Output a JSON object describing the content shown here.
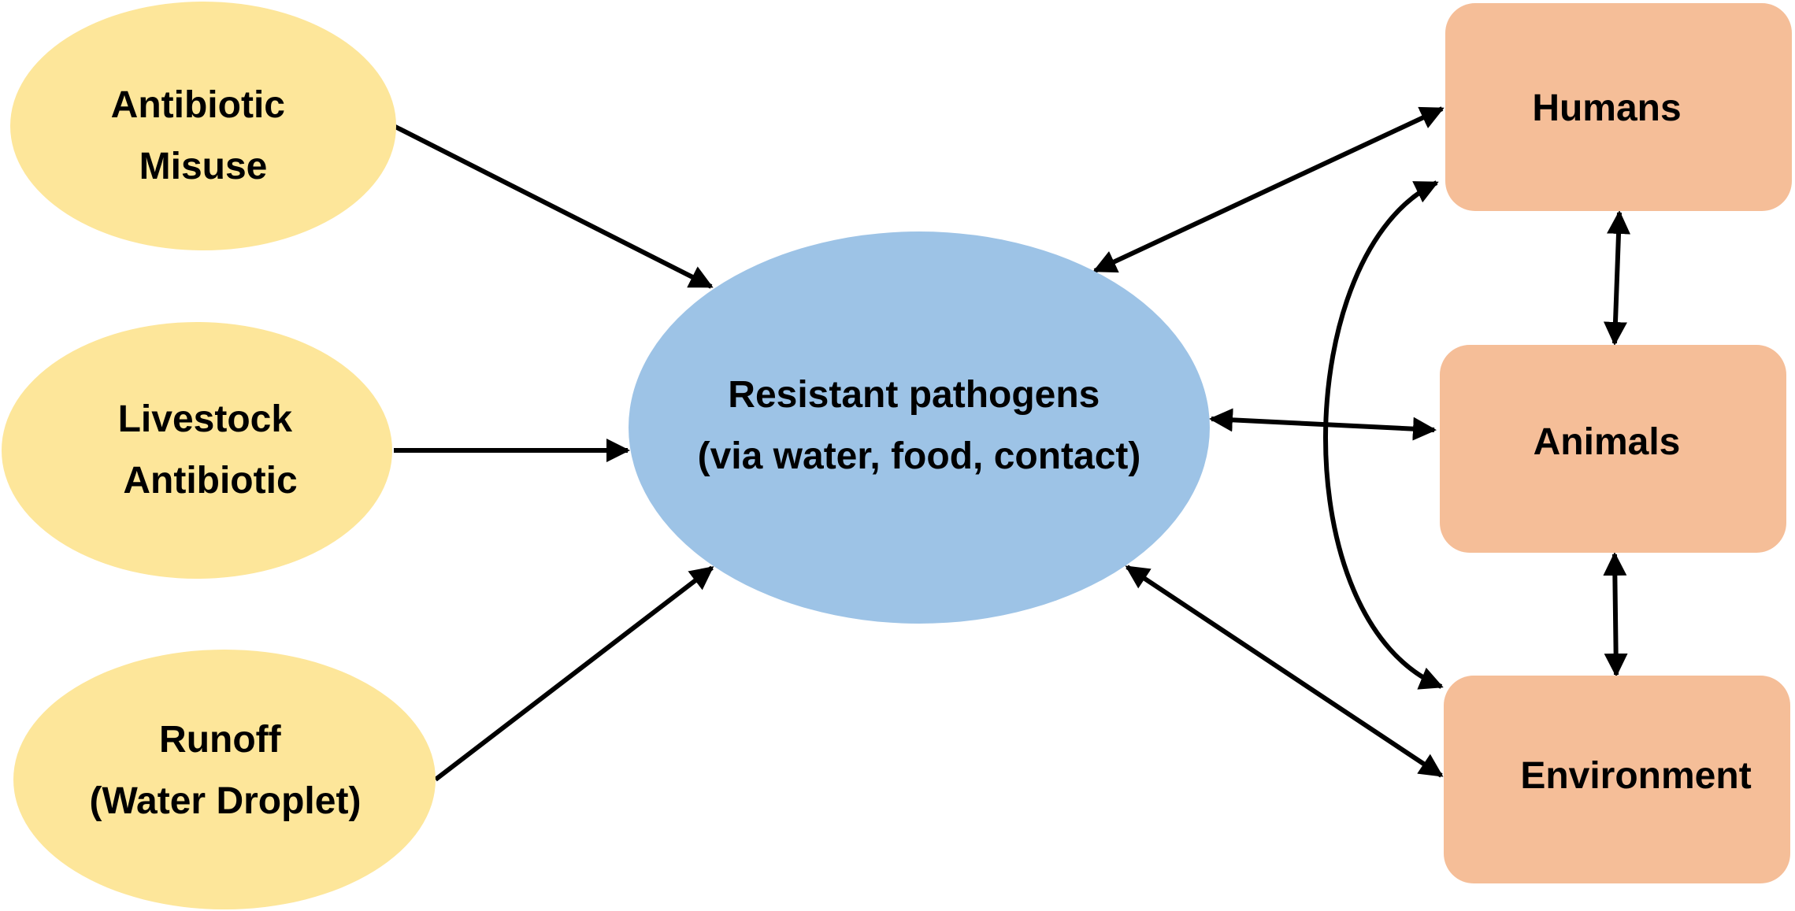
{
  "diagram": {
    "colors": {
      "cause_fill": "#FDE69A",
      "center_fill": "#9DC3E6",
      "host_fill": "#F5BE98",
      "edge": "#000000"
    },
    "causes": [
      {
        "id": "antibiotic-misuse",
        "lines": [
          "Antibiotic",
          "Misuse"
        ]
      },
      {
        "id": "livestock-antibiotic",
        "lines": [
          "Livestock",
          "Antibiotic"
        ]
      },
      {
        "id": "runoff",
        "lines": [
          "Runoff",
          "(Water Droplet)"
        ]
      }
    ],
    "center": {
      "id": "resistant-pathogens",
      "lines": [
        "Resistant pathogens",
        "(via water, food, contact)"
      ]
    },
    "hosts": [
      {
        "id": "humans",
        "label": "Humans"
      },
      {
        "id": "animals",
        "label": "Animals"
      },
      {
        "id": "environment",
        "label": "Environment"
      }
    ],
    "edges": [
      {
        "from": "antibiotic-misuse",
        "to": "resistant-pathogens",
        "direction": "forward"
      },
      {
        "from": "livestock-antibiotic",
        "to": "resistant-pathogens",
        "direction": "forward"
      },
      {
        "from": "runoff",
        "to": "resistant-pathogens",
        "direction": "forward"
      },
      {
        "from": "resistant-pathogens",
        "to": "humans",
        "direction": "both"
      },
      {
        "from": "resistant-pathogens",
        "to": "animals",
        "direction": "both"
      },
      {
        "from": "resistant-pathogens",
        "to": "environment",
        "direction": "both"
      },
      {
        "from": "humans",
        "to": "animals",
        "direction": "both"
      },
      {
        "from": "animals",
        "to": "environment",
        "direction": "both"
      },
      {
        "from": "humans",
        "to": "environment",
        "direction": "both"
      }
    ]
  }
}
